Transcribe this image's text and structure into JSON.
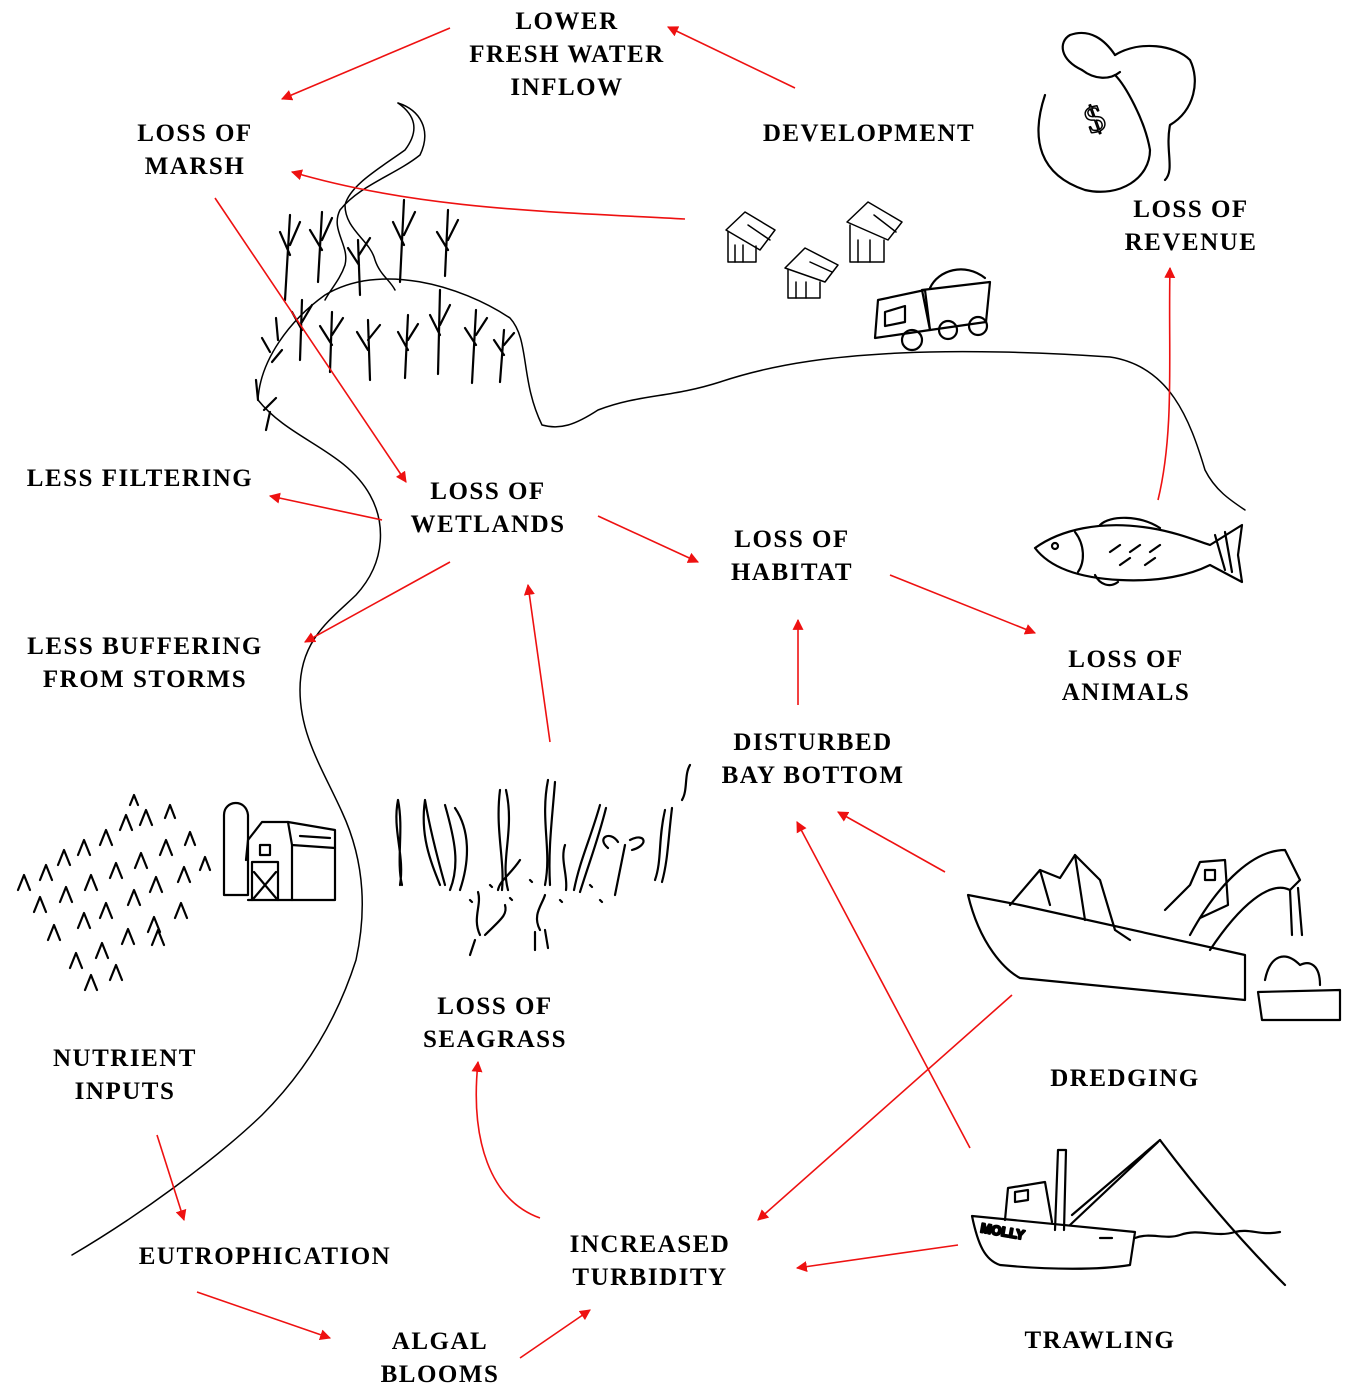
{
  "colors": {
    "arrow": "#ee1111",
    "ink": "#000000",
    "background": "#ffffff"
  },
  "nodes": {
    "lower_fresh_water_inflow": [
      "LOWER",
      "FRESH WATER",
      "INFLOW"
    ],
    "development": [
      "DEVELOPMENT"
    ],
    "loss_of_marsh": [
      "LOSS OF",
      "MARSH"
    ],
    "loss_of_revenue": [
      "LOSS OF",
      "REVENUE"
    ],
    "less_filtering": [
      "LESS FILTERING"
    ],
    "loss_of_wetlands": [
      "LOSS OF",
      "WETLANDS"
    ],
    "loss_of_habitat": [
      "LOSS OF",
      "HABITAT"
    ],
    "less_buffering": [
      "LESS BUFFERING",
      "FROM STORMS"
    ],
    "loss_of_animals": [
      "LOSS OF",
      "ANIMALS"
    ],
    "disturbed_bay_bottom": [
      "DISTURBED",
      "BAY BOTTOM"
    ],
    "loss_of_seagrass": [
      "LOSS OF",
      "SEAGRASS"
    ],
    "nutrient_inputs": [
      "NUTRIENT",
      "INPUTS"
    ],
    "dredging": [
      "DREDGING"
    ],
    "eutrophication": [
      "EUTROPHICATION"
    ],
    "increased_turbidity": [
      "INCREASED",
      "TURBIDITY"
    ],
    "algal_blooms": [
      "ALGAL",
      "BLOOMS"
    ],
    "trawling": [
      "TRAWLING"
    ]
  },
  "edges": [
    [
      "development",
      "lower_fresh_water_inflow"
    ],
    [
      "lower_fresh_water_inflow",
      "loss_of_marsh"
    ],
    [
      "development",
      "loss_of_marsh"
    ],
    [
      "loss_of_marsh",
      "loss_of_wetlands"
    ],
    [
      "loss_of_wetlands",
      "less_filtering"
    ],
    [
      "loss_of_wetlands",
      "less_buffering"
    ],
    [
      "loss_of_wetlands",
      "loss_of_habitat"
    ],
    [
      "loss_of_habitat",
      "loss_of_animals"
    ],
    [
      "loss_of_animals",
      "loss_of_revenue"
    ],
    [
      "loss_of_seagrass",
      "loss_of_wetlands"
    ],
    [
      "disturbed_bay_bottom",
      "loss_of_habitat"
    ],
    [
      "dredging",
      "disturbed_bay_bottom"
    ],
    [
      "trawling",
      "disturbed_bay_bottom"
    ],
    [
      "dredging",
      "increased_turbidity"
    ],
    [
      "trawling",
      "increased_turbidity"
    ],
    [
      "increased_turbidity",
      "loss_of_seagrass"
    ],
    [
      "nutrient_inputs",
      "eutrophication"
    ],
    [
      "eutrophication",
      "algal_blooms"
    ],
    [
      "algal_blooms",
      "increased_turbidity"
    ]
  ],
  "illustrations": {
    "money_bag": {
      "icon": "money-bag-icon",
      "text": "$"
    },
    "trawler": {
      "icon": "fishing-boat-icon",
      "text": "MOLLY"
    }
  }
}
